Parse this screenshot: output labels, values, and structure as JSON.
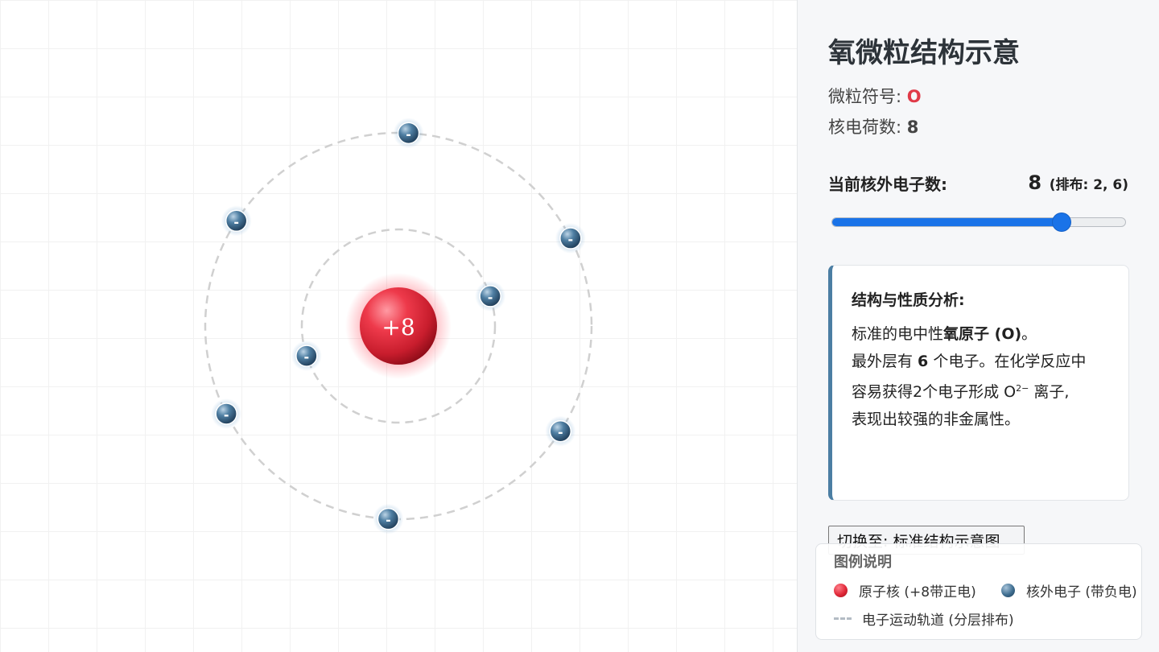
{
  "atom": {
    "nucleus_label": "+8",
    "electron_symbol": "-",
    "shells": [
      {
        "electron_count": 2
      },
      {
        "electron_count": 6
      }
    ]
  },
  "panel": {
    "title": "氧微粒结构示意",
    "symbol_label": "微粒符号:",
    "symbol_value": "O",
    "charge_label": "核电荷数:",
    "charge_value": "8",
    "count_label": "当前核外电子数:",
    "count_value": "8",
    "count_distribution": "(排布: 2, 6)",
    "slider": {
      "min": 0,
      "max": 10,
      "value": 8
    }
  },
  "analysis": {
    "title": "结构与性质分析:",
    "line1_pre": "标准的电中性",
    "line1_bold": "氧原子 (O)",
    "line1_post": "。",
    "line2_pre": "最外层有 ",
    "line2_bold": "6",
    "line2_post": " 个电子。在化学反应中",
    "line3_pre": "容易获得2个电子形成 O",
    "line3_sup": "2−",
    "line3_post": " 离子,",
    "line4": "表现出较强的非金属性。"
  },
  "toggle_button": {
    "label": "切换至: 标准结构示意图"
  },
  "legend": {
    "title": "图例说明",
    "nucleus": "原子核 (+8带正电)",
    "electron": "核外电子 (带负电)",
    "orbit": "电子运动轨道 (分层排布)"
  },
  "colors": {
    "nucleus": "#e02838",
    "electron": "#3e6d90",
    "orbit": "#d0d0d0",
    "accent": "#1a73e8",
    "symbol": "#e03a48",
    "card_border": "#4b7ea3"
  }
}
